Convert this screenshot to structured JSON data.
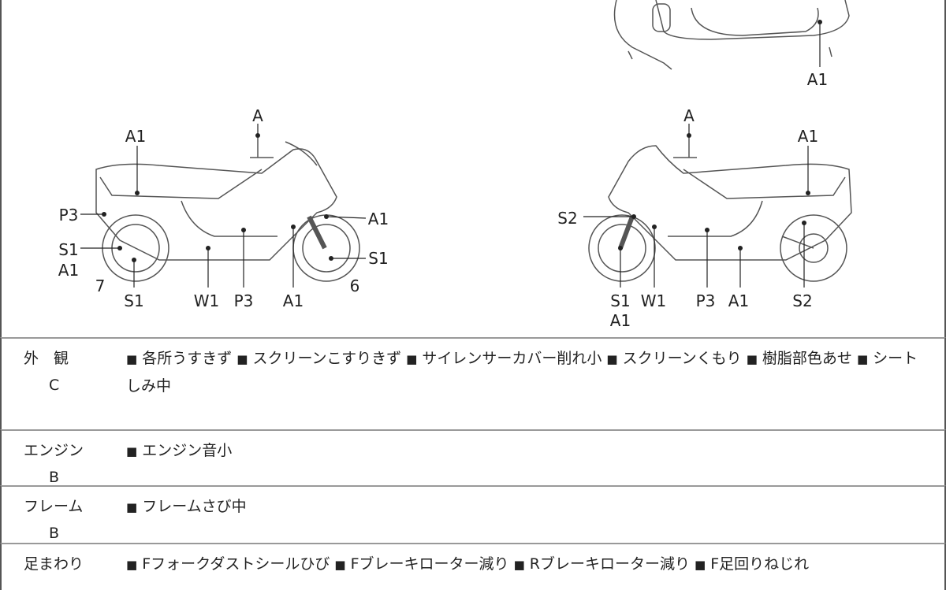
{
  "diagram": {
    "top_view": {
      "labels": [
        "A1"
      ]
    },
    "left_view": {
      "labels": [
        "A",
        "A1",
        "P3",
        "A1",
        "S1",
        "A1",
        "S1",
        "7",
        "6",
        "S1",
        "W1",
        "P3",
        "A1"
      ]
    },
    "right_view": {
      "labels": [
        "A",
        "A1",
        "S2",
        "S1",
        "W1",
        "P3",
        "A1",
        "S2",
        "A1"
      ]
    }
  },
  "rows": [
    {
      "label": "外　観",
      "grade": "C",
      "items": [
        "各所うすきず",
        "スクリーンこすりきず",
        "サイレンサーカバー削れ小",
        "スクリーンくもり",
        "樹脂部色あせ",
        "シートしみ中"
      ]
    },
    {
      "label": "エンジン",
      "grade": "B",
      "items": [
        "エンジン音小"
      ]
    },
    {
      "label": "フレーム",
      "grade": "B",
      "items": [
        "フレームさび中"
      ]
    },
    {
      "label": "足まわり",
      "grade": "",
      "items": [
        "Fフォークダストシールひび",
        "Fブレーキローター減り",
        "Rブレーキローター減り",
        "F足回りねじれ"
      ]
    }
  ],
  "bullet": "■"
}
